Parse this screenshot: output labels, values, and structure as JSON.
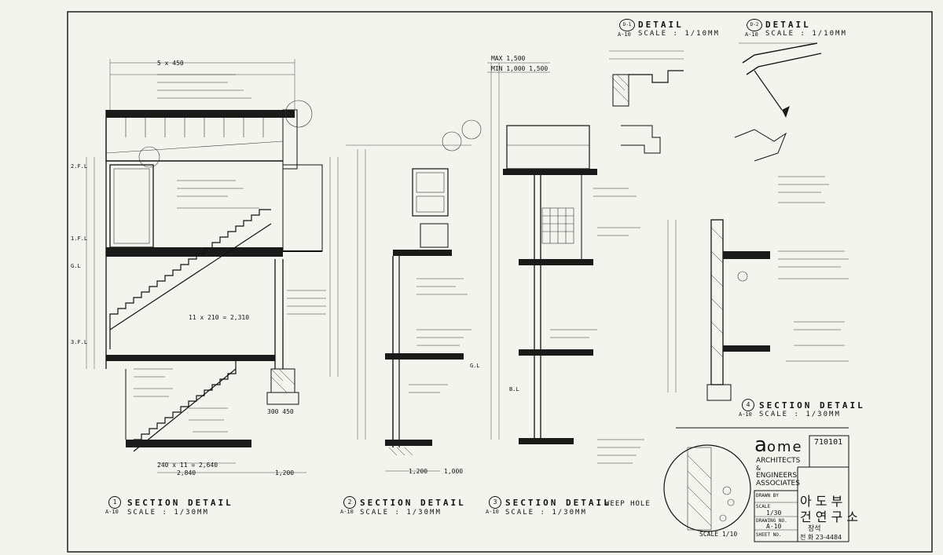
{
  "sections": [
    {
      "num": "1",
      "ref": "A-10",
      "title": "SECTION DETAIL",
      "scale": "SCALE : 1/30MM"
    },
    {
      "num": "2",
      "ref": "A-10",
      "title": "SECTION DETAIL",
      "scale": "SCALE : 1/30MM"
    },
    {
      "num": "3",
      "ref": "A-10",
      "title": "SECTION DETAIL",
      "scale": "SCALE : 1/30MM"
    },
    {
      "num": "4",
      "ref": "A-10",
      "title": "SECTION DETAIL",
      "scale": "SCALE : 1/30MM"
    }
  ],
  "details": [
    {
      "num": "D-1",
      "ref": "A-10",
      "title": "DETAIL",
      "scale": "SCALE : 1/10MM"
    },
    {
      "num": "D-2",
      "ref": "A-10",
      "title": "DETAIL",
      "scale": "SCALE : 1/10MM"
    }
  ],
  "dimensions": {
    "stair_bottom": "2,840",
    "stair_right": "1,200",
    "sec2_bottom": "1,200",
    "sec2_base": "300 450",
    "stair_run": "240 x 11 = 2,640",
    "stair_rise": "11 x 210 = 2,310",
    "sec1_top": "5 x 450",
    "sec3_top": "MAX 1,500",
    "sec3_top2": "MIN 1,000   1,500",
    "bay": "1,000"
  },
  "levels": [
    "G.L",
    "3.F.L",
    "B.L",
    "1.F.L",
    "2.F.L",
    "G.L"
  ],
  "notes": {
    "weep_hole": "WEEP HOLE",
    "sec4_scale": "SCALE 1/10"
  },
  "title_block": {
    "logo": "a",
    "logo_rest": "ome",
    "firm_line1": "ARCHITECTS",
    "firm_line2": "&",
    "firm_line3": "ENGINEERS",
    "firm_line4": "ASSOCIATES",
    "project_no": "710101",
    "kor_name1": "아 도 부",
    "kor_name2": "건 연 구 소",
    "drawn_label": "DRAWN BY",
    "scale_label": "SCALE",
    "scale_value": "1/30",
    "drawing_no_label": "DRAWING NO.",
    "drawing_no": "A-10",
    "sheet_label": "SHEET NO.",
    "kor_addr": "장석",
    "phone": "전 화 23-4484"
  }
}
